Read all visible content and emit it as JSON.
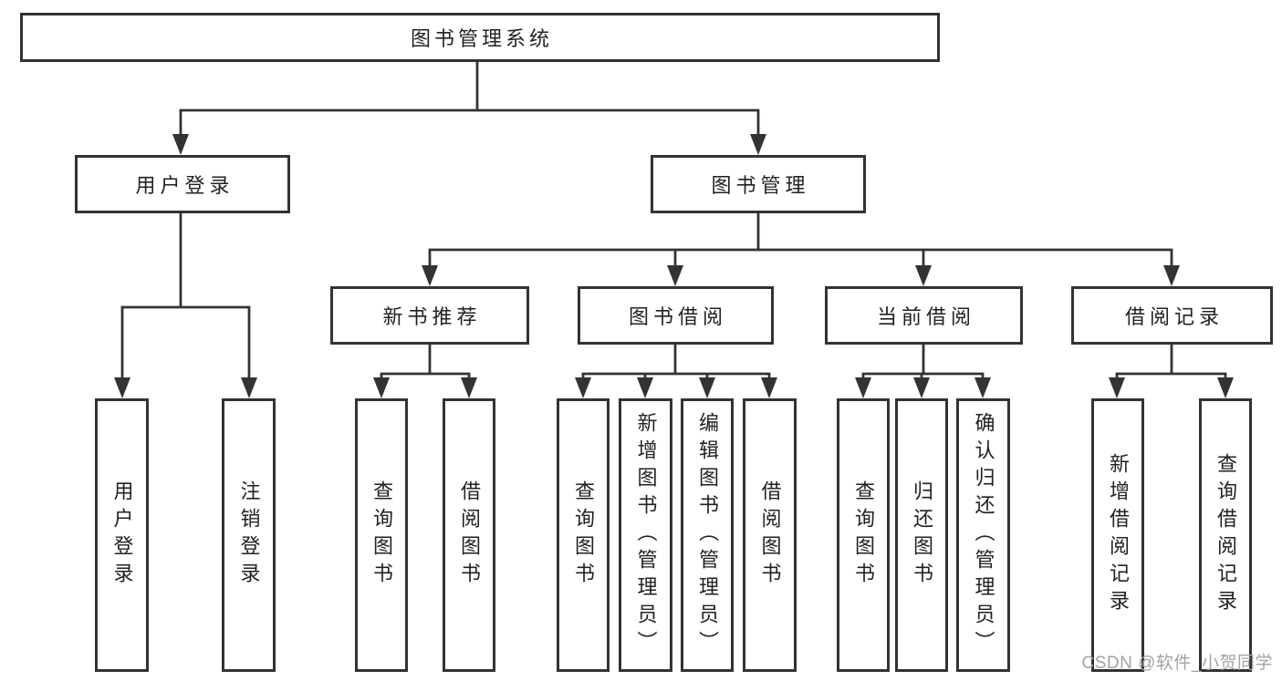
{
  "tree": {
    "label": "图书管理系统",
    "children": [
      {
        "label": "用户登录",
        "children": [
          {
            "label": "用户登录"
          },
          {
            "label": "注销登录"
          }
        ]
      },
      {
        "label": "图书管理",
        "children": [
          {
            "label": "新书推荐",
            "children": [
              {
                "label": "查询图书"
              },
              {
                "label": "借阅图书"
              }
            ]
          },
          {
            "label": "图书借阅",
            "children": [
              {
                "label": "查询图书"
              },
              {
                "label": "新增图书（管理员）"
              },
              {
                "label": "编辑图书（管理员）"
              },
              {
                "label": "借阅图书"
              }
            ]
          },
          {
            "label": "当前借阅",
            "children": [
              {
                "label": "查询图书"
              },
              {
                "label": "归还图书"
              },
              {
                "label": "确认归还（管理员）"
              }
            ]
          },
          {
            "label": "借阅记录",
            "children": [
              {
                "label": "新增借阅记录"
              },
              {
                "label": "查询借阅记录"
              }
            ]
          }
        ]
      }
    ]
  },
  "watermark": "CSDN @软件_小贺同学",
  "colors": {
    "line": "#333333",
    "box_border": "#333333",
    "text": "#222222",
    "background": "#ffffff",
    "watermark": "#a3a3a3"
  }
}
